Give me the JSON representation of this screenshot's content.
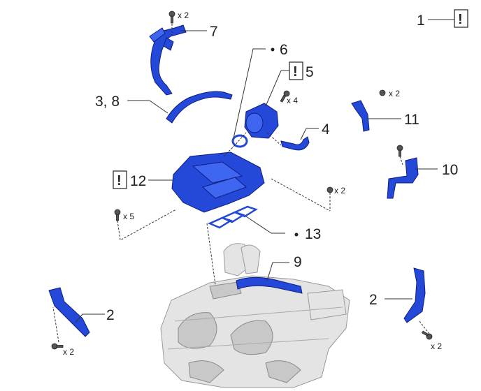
{
  "diagram": {
    "warning_symbol": "!",
    "callouts": [
      {
        "id": "c1",
        "label": "1",
        "warning": true
      },
      {
        "id": "c2a",
        "label": "2",
        "warning": false
      },
      {
        "id": "c2b",
        "label": "2",
        "warning": false
      },
      {
        "id": "c38",
        "label": "3, 8",
        "warning": false
      },
      {
        "id": "c4",
        "label": "4",
        "warning": false
      },
      {
        "id": "c5",
        "label": "5",
        "warning": true
      },
      {
        "id": "c6",
        "label": "6",
        "warning": false,
        "bullet": true
      },
      {
        "id": "c7",
        "label": "7",
        "warning": false
      },
      {
        "id": "c9",
        "label": "9",
        "warning": false
      },
      {
        "id": "c10",
        "label": "10",
        "warning": false
      },
      {
        "id": "c11",
        "label": "11",
        "warning": false
      },
      {
        "id": "c12",
        "label": "12",
        "warning": true
      },
      {
        "id": "c13",
        "label": "13",
        "warning": false,
        "bullet": true
      }
    ],
    "quantities": {
      "q7": "x 2",
      "q5": "x 4",
      "q11": "x 2",
      "q_manifold": "x 2",
      "q_left": "x 5",
      "q2a": "x 2",
      "q2b": "x 2"
    },
    "colors": {
      "part_blue": "#2448d8",
      "engine_gray": "#e4e4e4"
    }
  }
}
